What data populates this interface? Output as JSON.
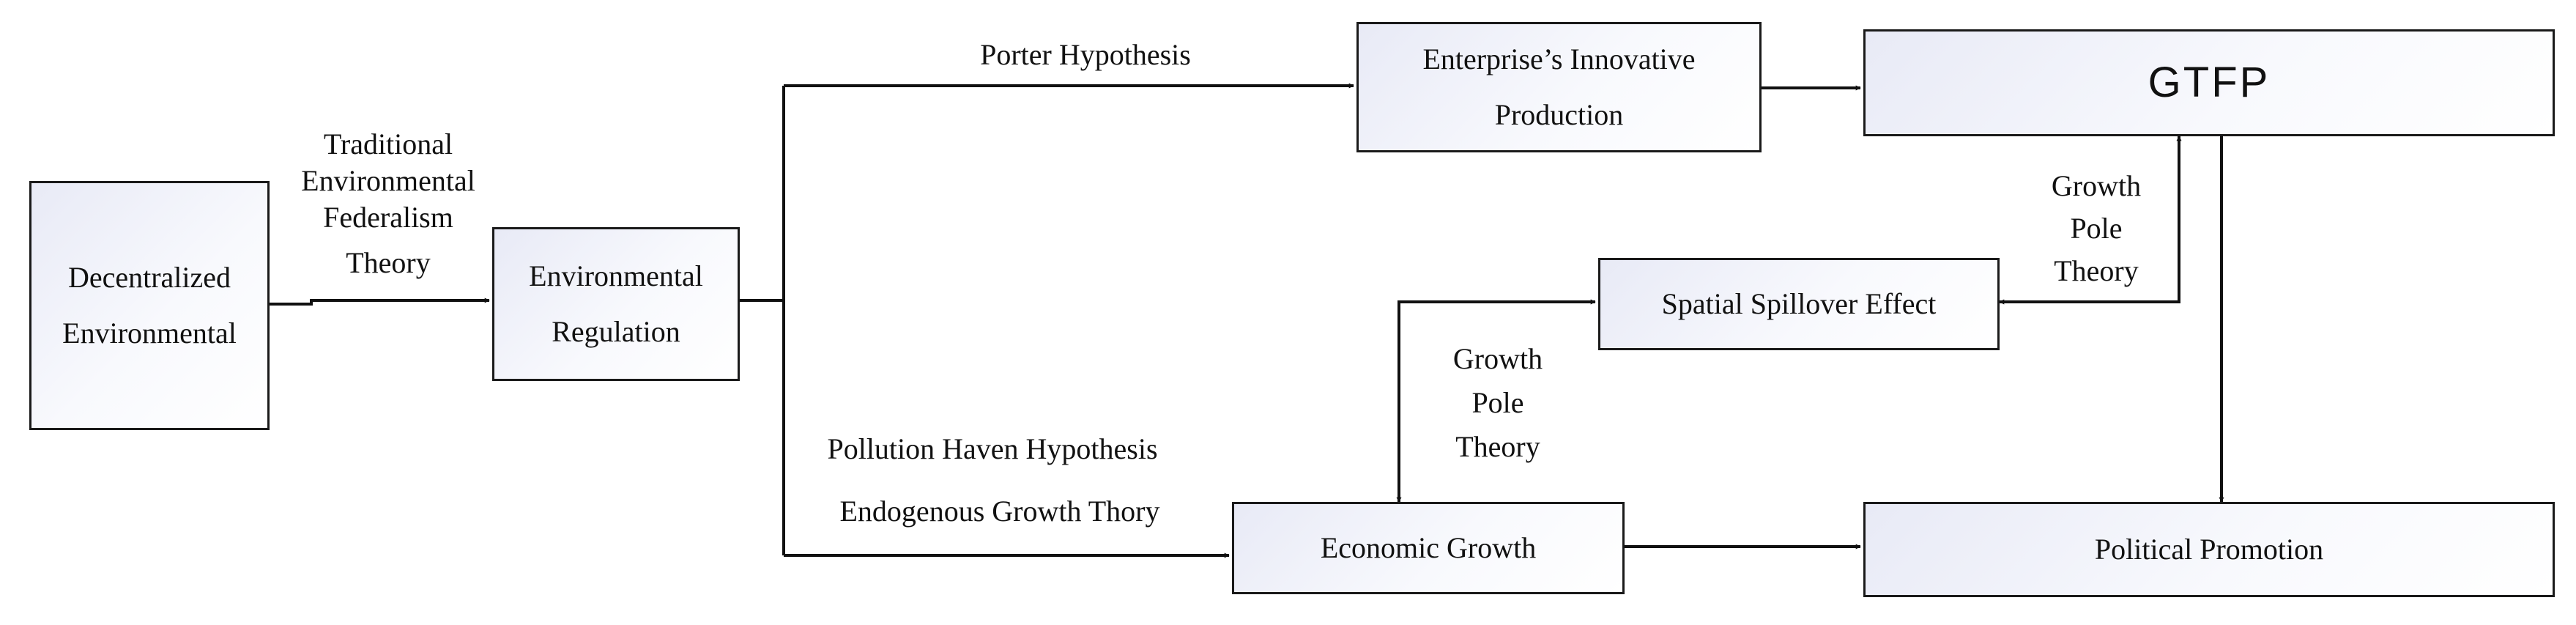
{
  "nodes": {
    "decentralized": [
      "Decentralized",
      "Environmental"
    ],
    "regulation": [
      "Environmental",
      "Regulation"
    ],
    "enterprise": [
      "Enterprise’s Innovative",
      "Production"
    ],
    "gtfp": "GTFP",
    "spillover": "Spatial Spillover Effect",
    "economic": "Economic Growth",
    "political": "Political Promotion"
  },
  "edge_labels": {
    "federalism": [
      "Traditional",
      "Environmental",
      "Federalism",
      "Theory"
    ],
    "porter": "Porter Hypothesis",
    "pollution": "Pollution Haven Hypothesis",
    "endogenous": "Endogenous Growth Thory",
    "growth_pole_right": [
      "Growth",
      "Pole",
      "Theory"
    ],
    "growth_pole_left": [
      "Growth",
      "Pole",
      "Theory"
    ]
  }
}
